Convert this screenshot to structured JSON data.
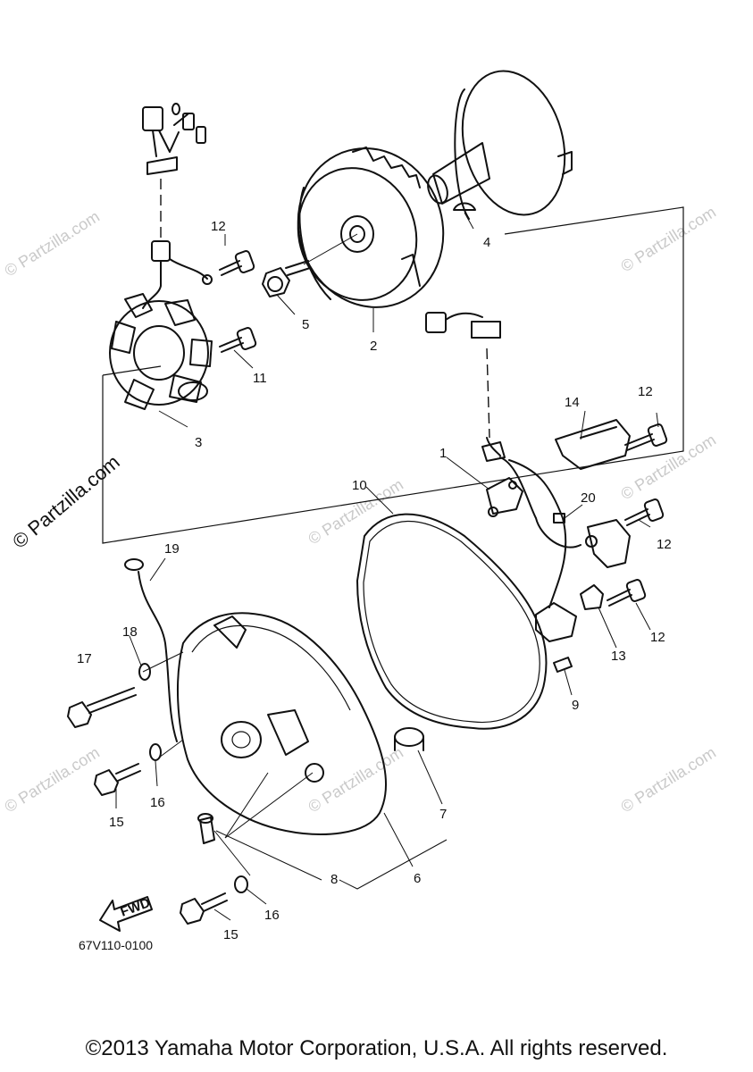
{
  "watermark": {
    "small": "© Partzilla.com",
    "large": "© Partzilla.com"
  },
  "callouts": {
    "c1": "1",
    "c2": "2",
    "c3": "3",
    "c4": "4",
    "c5": "5",
    "c6": "6",
    "c7": "7",
    "c8": "8",
    "c9": "9",
    "c10": "10",
    "c11": "11",
    "c12a": "12",
    "c12b": "12",
    "c12c": "12",
    "c12d": "12",
    "c13": "13",
    "c14": "14",
    "c15a": "15",
    "c15b": "15",
    "c16a": "16",
    "c16b": "16",
    "c17": "17",
    "c18": "18",
    "c19": "19",
    "c20": "20"
  },
  "fwd_label": "FWD",
  "diagram_code": "67V110-0100",
  "copyright": "©2013 Yamaha Motor Corporation, U.S.A. All rights reserved."
}
